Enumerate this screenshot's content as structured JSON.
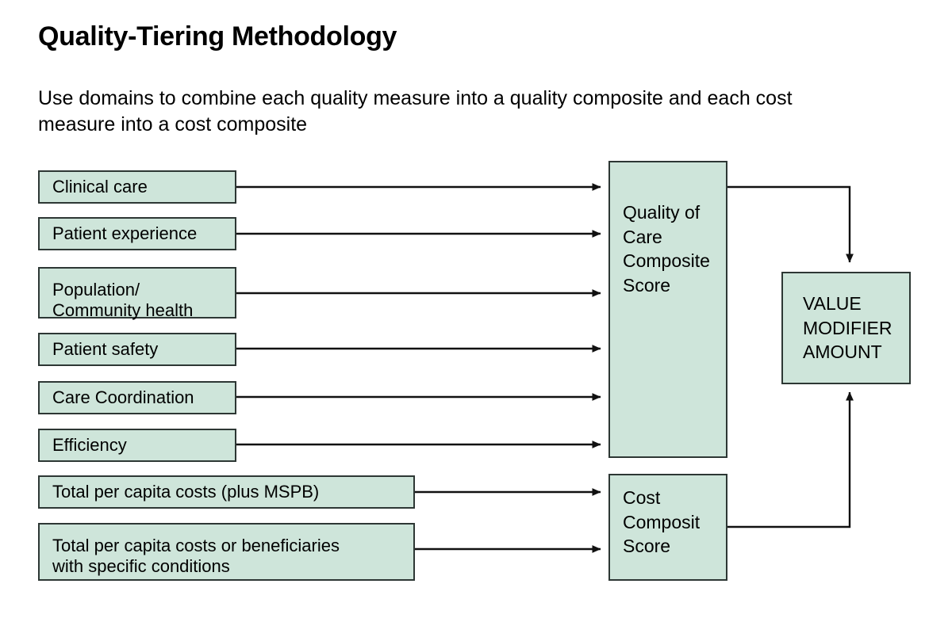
{
  "header": {
    "title": "Quality-Tiering Methodology",
    "subtitle": "Use domains to combine each quality measure into a quality composite and each cost measure into a cost composite"
  },
  "diagram": {
    "type": "flowchart",
    "accent_fill": "#cee5da",
    "border_color": "#2d3734",
    "background": "#ffffff",
    "quality_domains": [
      {
        "id": "clinical-care",
        "label": "Clinical care"
      },
      {
        "id": "patient-experience",
        "label": "Patient experience"
      },
      {
        "id": "population-community-health",
        "label": "Population/\nCommunity health"
      },
      {
        "id": "patient-safety",
        "label": "Patient safety"
      },
      {
        "id": "care-coordination",
        "label": "Care Coordination"
      },
      {
        "id": "efficiency",
        "label": "Efficiency"
      }
    ],
    "cost_domains": [
      {
        "id": "total-per-capita-costs",
        "label": "Total per capita costs (plus MSPB)"
      },
      {
        "id": "total-per-capita-costs-conditions",
        "label": "Total per capita costs or beneficiaries\nwith specific conditions"
      }
    ],
    "composites": {
      "quality": "Quality of\nCare\nComposite\nScore",
      "cost": "Cost\nComposit\nScore"
    },
    "outcome": "VALUE\nMODIFIER\nAMOUNT",
    "flows": [
      {
        "from": "clinical-care",
        "to": "quality-composite"
      },
      {
        "from": "patient-experience",
        "to": "quality-composite"
      },
      {
        "from": "population-community-health",
        "to": "quality-composite"
      },
      {
        "from": "patient-safety",
        "to": "quality-composite"
      },
      {
        "from": "care-coordination",
        "to": "quality-composite"
      },
      {
        "from": "efficiency",
        "to": "quality-composite"
      },
      {
        "from": "total-per-capita-costs",
        "to": "cost-composite"
      },
      {
        "from": "total-per-capita-costs-conditions",
        "to": "cost-composite"
      },
      {
        "from": "quality-composite",
        "to": "value-modifier-amount"
      },
      {
        "from": "cost-composite",
        "to": "value-modifier-amount"
      }
    ]
  }
}
